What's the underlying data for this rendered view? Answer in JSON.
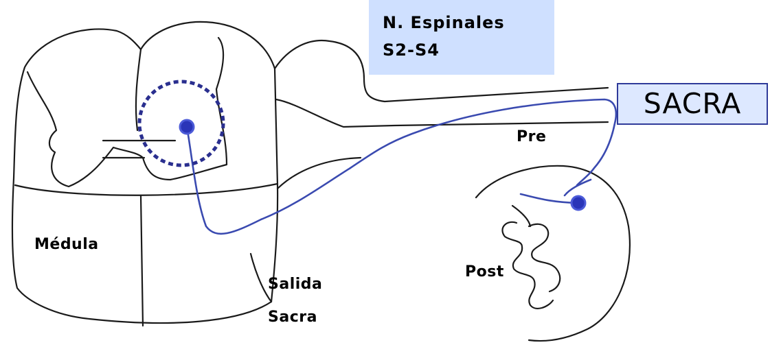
{
  "labels": {
    "spinal_nerves_line1": "N. Espinales",
    "spinal_nerves_line2": "S2-S4",
    "sacra": "SACRA",
    "pre": "Pre",
    "post": "Post",
    "medula": "Médula",
    "salida_line1": "Salida",
    "salida_line2": "Sacra"
  },
  "colors": {
    "outline": "#1a1a1a",
    "nerve_blue": "#3a4ab0",
    "dot_blue": "#2a35b8",
    "dashed_circle": "#2a2f8f",
    "nerves_box_bg": "#cfe0ff",
    "sacra_box_bg": "#dde8ff",
    "sacra_box_border": "#2f3a9a"
  }
}
